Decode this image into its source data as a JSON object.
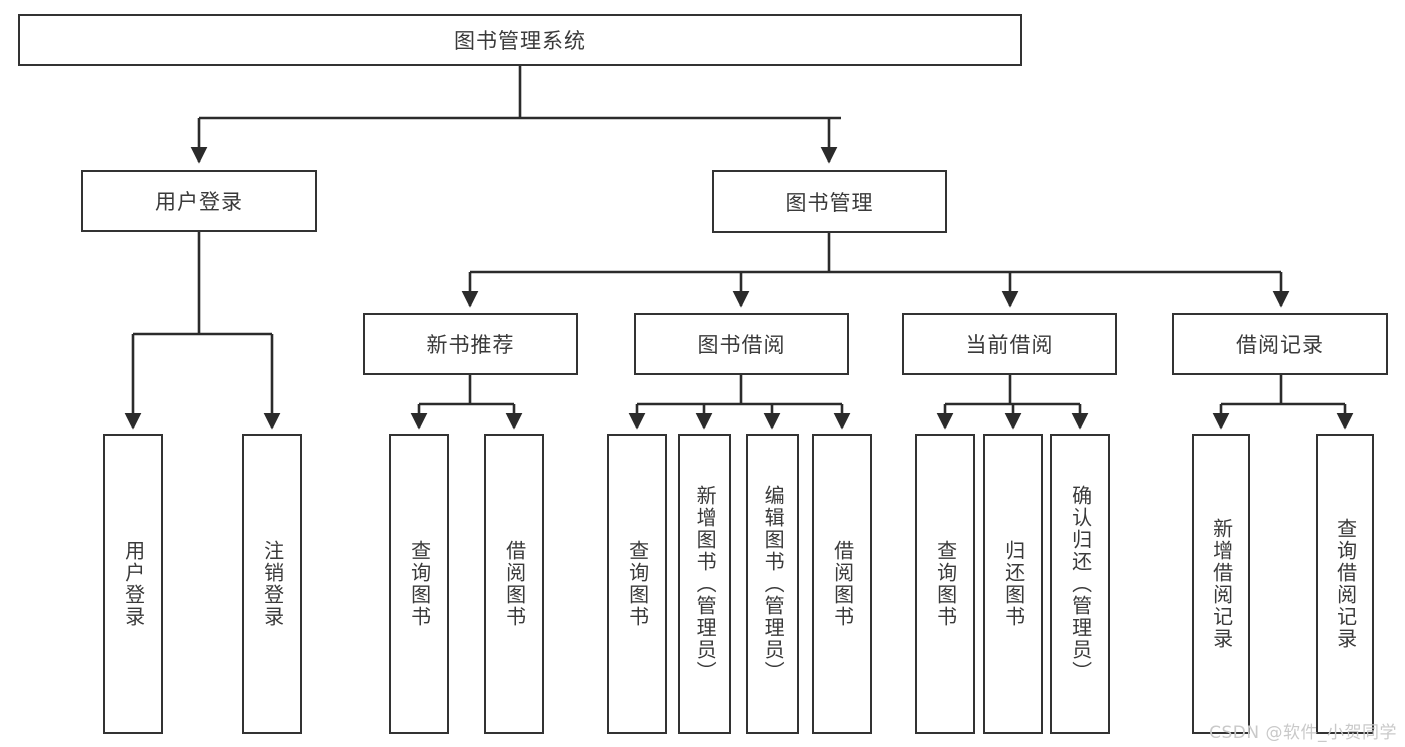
{
  "diagram": {
    "title": "图书管理系统",
    "type": "tree",
    "watermark": "CSDN @软件_小贺同学",
    "colors": {
      "background": "#ffffff",
      "box_border": "#333333",
      "box_fill": "#ffffff",
      "text": "#3a3a3a",
      "connector": "#2b2b2b",
      "watermark": "#c9c9c9"
    },
    "root": {
      "label": "图书管理系统"
    },
    "level1": [
      {
        "label": "用户登录"
      },
      {
        "label": "图书管理"
      }
    ],
    "level2": [
      {
        "label": "新书推荐"
      },
      {
        "label": "图书借阅"
      },
      {
        "label": "当前借阅"
      },
      {
        "label": "借阅记录"
      }
    ],
    "leaves": {
      "user_login": [
        {
          "label": "用户登录"
        },
        {
          "label": "注销登录"
        }
      ],
      "new_book_recommend": [
        {
          "label": "查询图书"
        },
        {
          "label": "借阅图书"
        }
      ],
      "book_borrow": [
        {
          "label": "查询图书"
        },
        {
          "label": "新增图书（管理员）"
        },
        {
          "label": "编辑图书（管理员）"
        },
        {
          "label": "借阅图书"
        }
      ],
      "current_borrow": [
        {
          "label": "查询图书"
        },
        {
          "label": "归还图书"
        },
        {
          "label": "确认归还（管理员）"
        }
      ],
      "borrow_record": [
        {
          "label": "新增借阅记录"
        },
        {
          "label": "查询借阅记录"
        }
      ]
    }
  }
}
